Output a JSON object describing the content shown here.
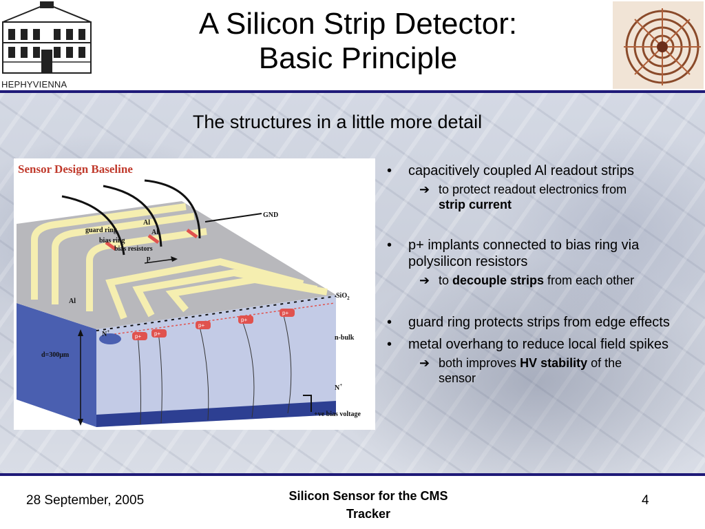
{
  "header": {
    "logo_label": "HEPHYVIENNA",
    "title_line1": "A Silicon Strip Detector:",
    "title_line2": "Basic Principle"
  },
  "subtitle": "The structures in a little more detail",
  "figure": {
    "heading": "Sensor Design Baseline",
    "labels": {
      "guard_ring": "guard ring",
      "bias_ring": "bias ring",
      "bias_resistors": "bias resistors",
      "al1": "Al",
      "al2": "Al",
      "al_side": "Al",
      "gnd": "GND",
      "p": "p",
      "sio2": "SiO",
      "sio2_sub": "2",
      "n_bulk": "n-bulk",
      "thickness": "d=300μm",
      "n_plus_left": "N",
      "n_plus_right": "N",
      "plus_sup": "+",
      "p_plus": "p+",
      "bias_voltage": "+ve bias voltage"
    }
  },
  "bullets": [
    {
      "text": "capacitively coupled Al readout strips",
      "sub": [
        {
          "parts": [
            {
              "t": "to protect readout electronics from",
              "b": false
            }
          ],
          "cont": [
            {
              "t": "strip current",
              "b": true
            }
          ]
        }
      ]
    },
    {
      "text": "p+ implants connected to bias ring via polysilicon resistors",
      "sub": [
        {
          "parts": [
            {
              "t": "to ",
              "b": false
            },
            {
              "t": "decouple strips",
              "b": true
            },
            {
              "t": " from each other",
              "b": false
            }
          ]
        }
      ]
    },
    {
      "text": "guard ring protects strips from edge effects",
      "sub": []
    },
    {
      "text": "metal overhang to reduce local field spikes",
      "sub": [
        {
          "parts": [
            {
              "t": "both improves ",
              "b": false
            },
            {
              "t": "HV stability",
              "b": true
            },
            {
              "t": " of the",
              "b": false
            }
          ],
          "cont": [
            {
              "t": "sensor",
              "b": false
            }
          ]
        }
      ]
    }
  ],
  "bullet_glyph": "•",
  "arrow_glyph": "➔",
  "footer": {
    "date": "28 September, 2005",
    "center_line1": "Silicon Sensor for the CMS",
    "center_line2": "Tracker",
    "page": "4"
  },
  "colors": {
    "rule": "#1f1a78",
    "sensor_side": "#4a5fb0",
    "sensor_face": "#c3cbe6",
    "strip_yellow": "#f5eeb0",
    "top_gray": "#b8b8bc",
    "p_implant": "#e0524e"
  }
}
